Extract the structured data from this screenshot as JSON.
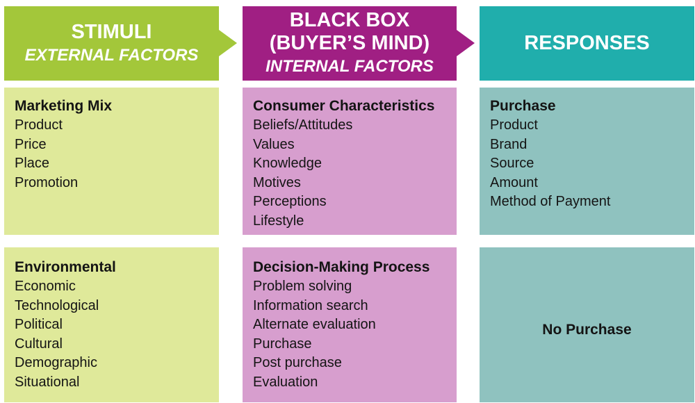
{
  "headers": {
    "stimuli": {
      "line1": "STIMULI",
      "line2": "EXTERNAL FACTORS",
      "color": "#a3c73a"
    },
    "black_box": {
      "line1": "BLACK BOX",
      "line2": "(BUYER’S MIND)",
      "line3": "INTERNAL FACTORS",
      "color": "#a01f83"
    },
    "responses": {
      "line1": "RESPONSES",
      "color": "#20aeac"
    }
  },
  "boxes": {
    "marketing_mix": {
      "title": "Marketing Mix",
      "items": [
        "Product",
        "Price",
        "Place",
        "Promotion"
      ]
    },
    "environmental": {
      "title": "Environmental",
      "items": [
        "Economic",
        "Technological",
        "Political",
        "Cultural",
        "Demographic",
        "Situational"
      ]
    },
    "consumer_characteristics": {
      "title": "Consumer Characteristics",
      "items": [
        "Beliefs/Attitudes",
        "Values",
        "Knowledge",
        "Motives",
        "Perceptions",
        "Lifestyle"
      ]
    },
    "decision_making": {
      "title": "Decision-Making Process",
      "items": [
        "Problem solving",
        "Information search",
        "Alternate evaluation",
        "Purchase",
        "Post purchase",
        "Evaluation"
      ]
    },
    "purchase": {
      "title": "Purchase",
      "items": [
        "Product",
        "Brand",
        "Source",
        "Amount",
        "Method of Payment"
      ]
    },
    "no_purchase": {
      "title": "No Purchase"
    }
  }
}
